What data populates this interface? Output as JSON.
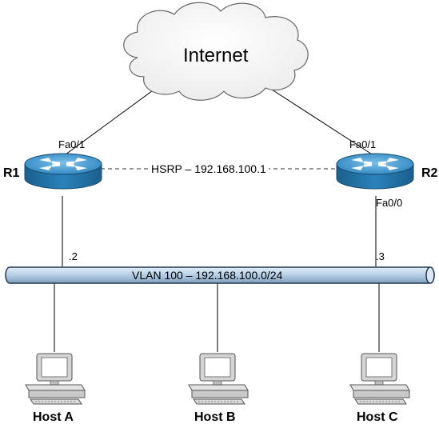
{
  "cloud": {
    "label": "Internet"
  },
  "routers": {
    "r1": {
      "name": "R1",
      "uplink": "Fa0/1",
      "lan_ip_suffix": ".2"
    },
    "r2": {
      "name": "R2",
      "uplink": "Fa0/1",
      "lan_port": "Fa0/0",
      "lan_ip_suffix": ".3"
    }
  },
  "hsrp": {
    "label": "HSRP – 192.168.100.1"
  },
  "vlan": {
    "label": "VLAN 100 – 192.168.100.0/24"
  },
  "hosts": [
    {
      "label": "Host A"
    },
    {
      "label": "Host B"
    },
    {
      "label": "Host C"
    }
  ],
  "colors": {
    "router_top": "#3a8fc4",
    "router_side": "#1f6fa3",
    "bus_fill": "#b4cde4",
    "bus_stroke": "#22384f",
    "pc_body": "#d8d8d8"
  }
}
